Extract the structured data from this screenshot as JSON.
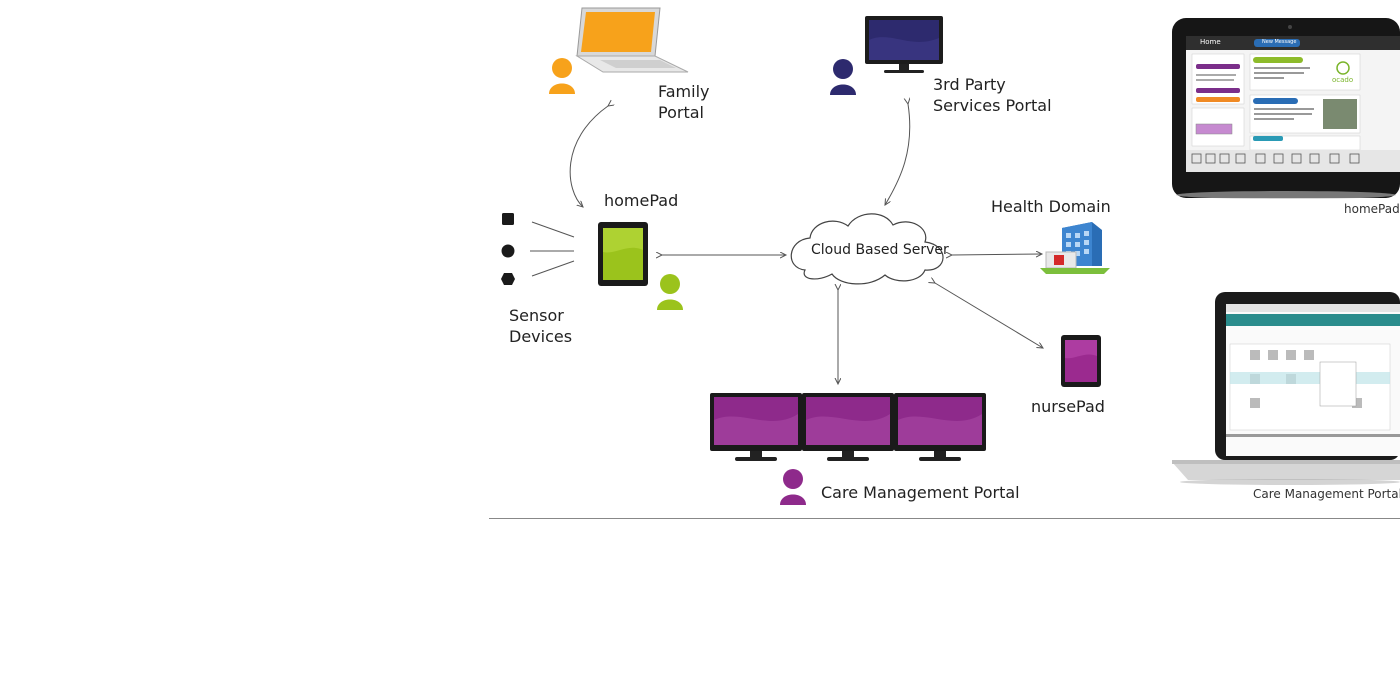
{
  "nodes": {
    "family_portal": "Family\nPortal",
    "third_party": "3rd Party\nServices Portal",
    "homepad": "homePad",
    "sensor_devices": "Sensor\nDevices",
    "cloud_server": "Cloud Based Server",
    "health_domain": "Health Domain",
    "nursepad": "nursePad",
    "care_management": "Care Management Portal"
  },
  "screenshots": {
    "homepad_caption": "homePad",
    "care_caption": "Care Management Portal",
    "tablet_ui": {
      "home": "Home",
      "new_message": "New Message",
      "brand": "ocado"
    }
  },
  "colors": {
    "family": "#f7a21b",
    "third_party": "#2d2a6e",
    "homepad_user": "#9bc31c",
    "care": "#8e2a8b",
    "screen_purple": "#9b2a8f"
  }
}
